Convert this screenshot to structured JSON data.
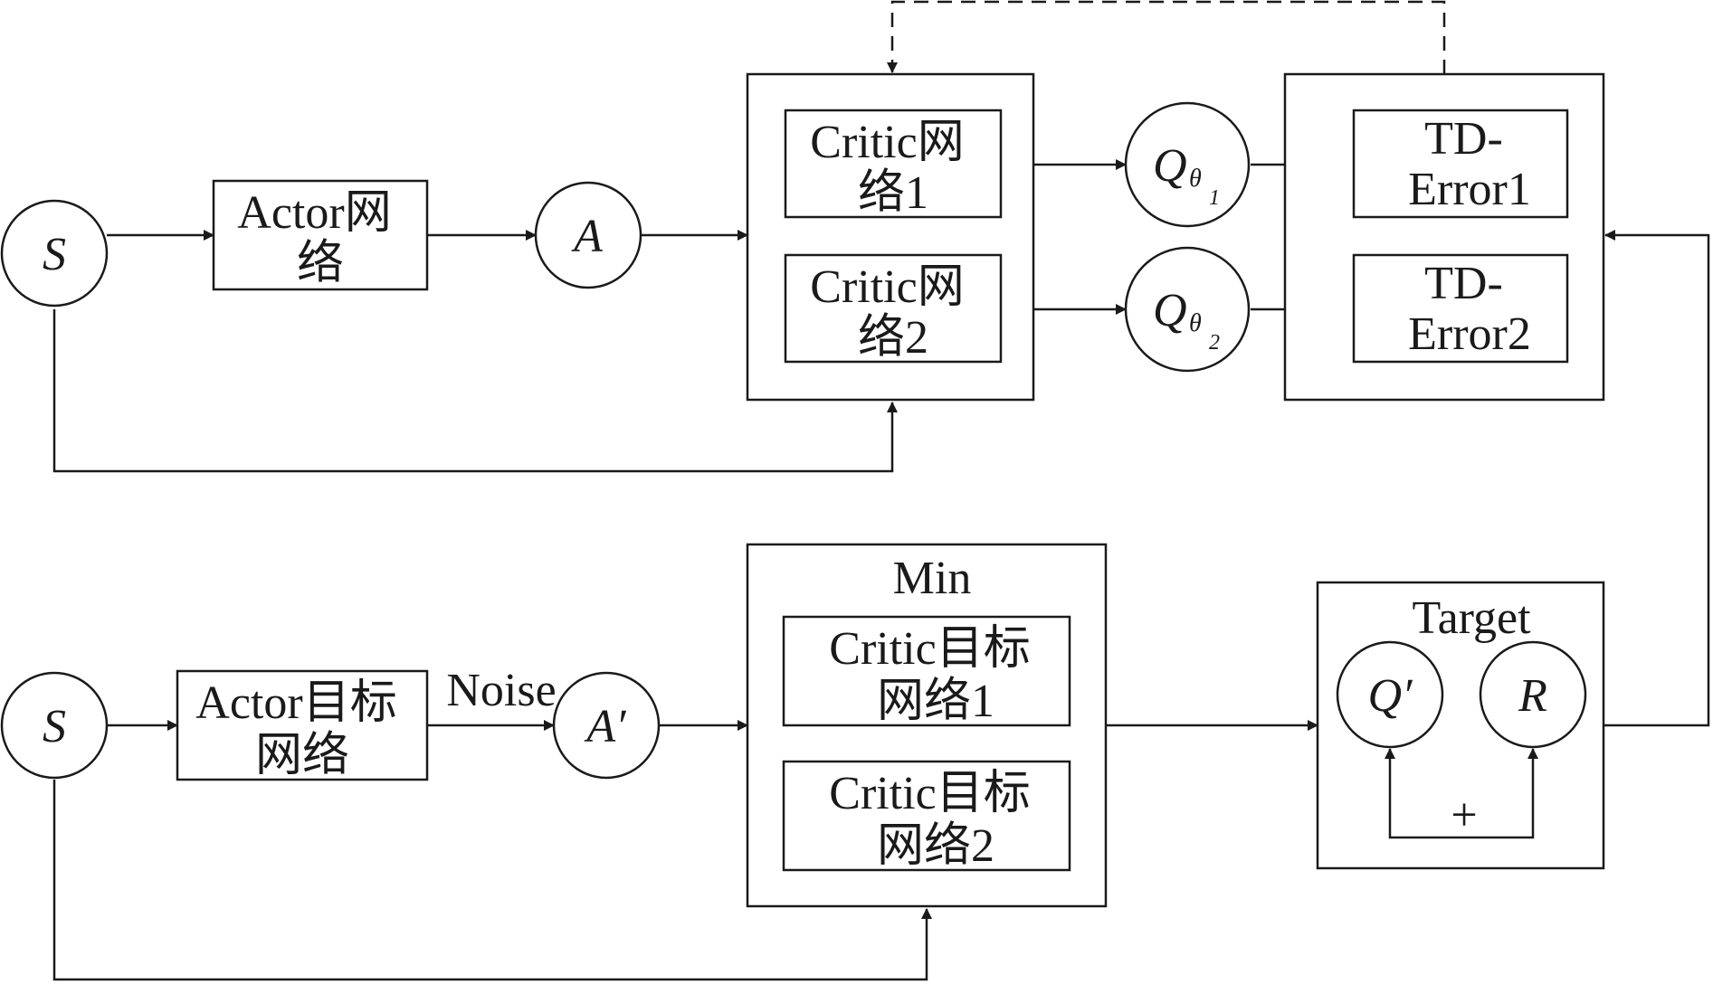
{
  "nodes": {
    "s_top": "S",
    "s_bottom": "S",
    "actor": [
      "Actor网",
      "络"
    ],
    "a": "A",
    "critic1": [
      "Critic网",
      "络1"
    ],
    "critic2": [
      "Critic网",
      "络2"
    ],
    "q1": {
      "base": "Q",
      "sub": "θ",
      "idx": "1"
    },
    "q2": {
      "base": "Q",
      "sub": "θ",
      "idx": "2"
    },
    "td1": [
      "TD-",
      "Error1"
    ],
    "td2": [
      "TD-",
      "Error2"
    ],
    "actor_target": [
      "Actor目标",
      "网络"
    ],
    "noise": "Noise",
    "a_prime": "A′",
    "min": "Min",
    "critic_target1": [
      "Critic目标",
      "网络1"
    ],
    "critic_target2": [
      "Critic目标",
      "网络2"
    ],
    "target": "Target",
    "q_prime": "Q′",
    "r": "R",
    "plus": "+"
  }
}
